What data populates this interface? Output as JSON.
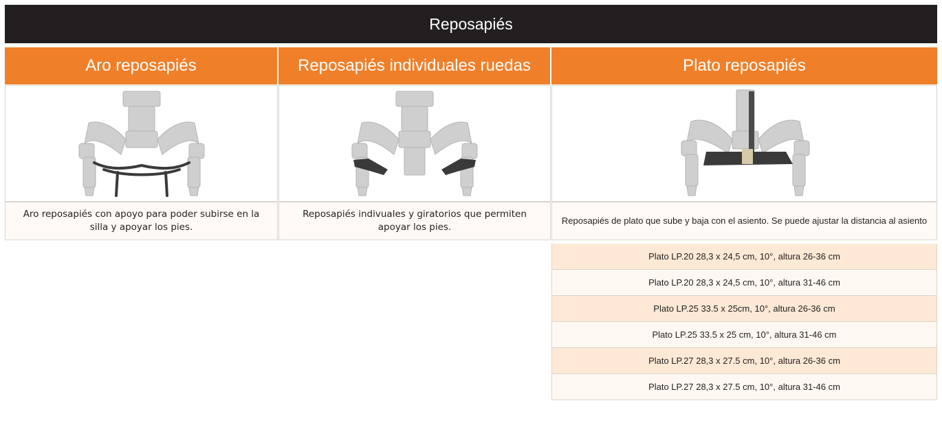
{
  "title": "Reposapiés",
  "columns": [
    {
      "header": "Aro reposapiés",
      "image": "footrest-ring-image",
      "description": "Aro reposapiés con apoyo para poder subirse en la silla y apoyar los pies."
    },
    {
      "header": "Reposapiés individuales ruedas",
      "image": "individual-footrests-image",
      "description": "Reposapiés indivuales y giratorios que permiten apoyar los pies."
    },
    {
      "header": "Plato reposapiés",
      "image": "footrest-plate-image",
      "description": "Reposapiés de plato que sube y baja con el asiento. Se puede ajustar la distancia al asiento"
    }
  ],
  "plate_options": [
    "Plato LP.20 28,3 x 24,5 cm, 10°, altura 26-36 cm",
    "Plato LP.20 28,3 x 24,5 cm, 10°, altura 31-46 cm",
    "Plato LP.25 33.5 x 25cm, 10°, altura 26-36 cm",
    "Plato LP.25 33.5 x 25 cm, 10°, altura 31-46 cm",
    "Plato LP.27 28,3 x 27.5 cm, 10°, altura 26-36 cm",
    "Plato LP.27 28,3 x 27.5 cm, 10°, altura 31-46 cm"
  ],
  "colors": {
    "title_bg": "#231f20",
    "header_bg": "#f07f29",
    "row_alt": "#fde9d6",
    "row_plain": "#fff8f2"
  }
}
